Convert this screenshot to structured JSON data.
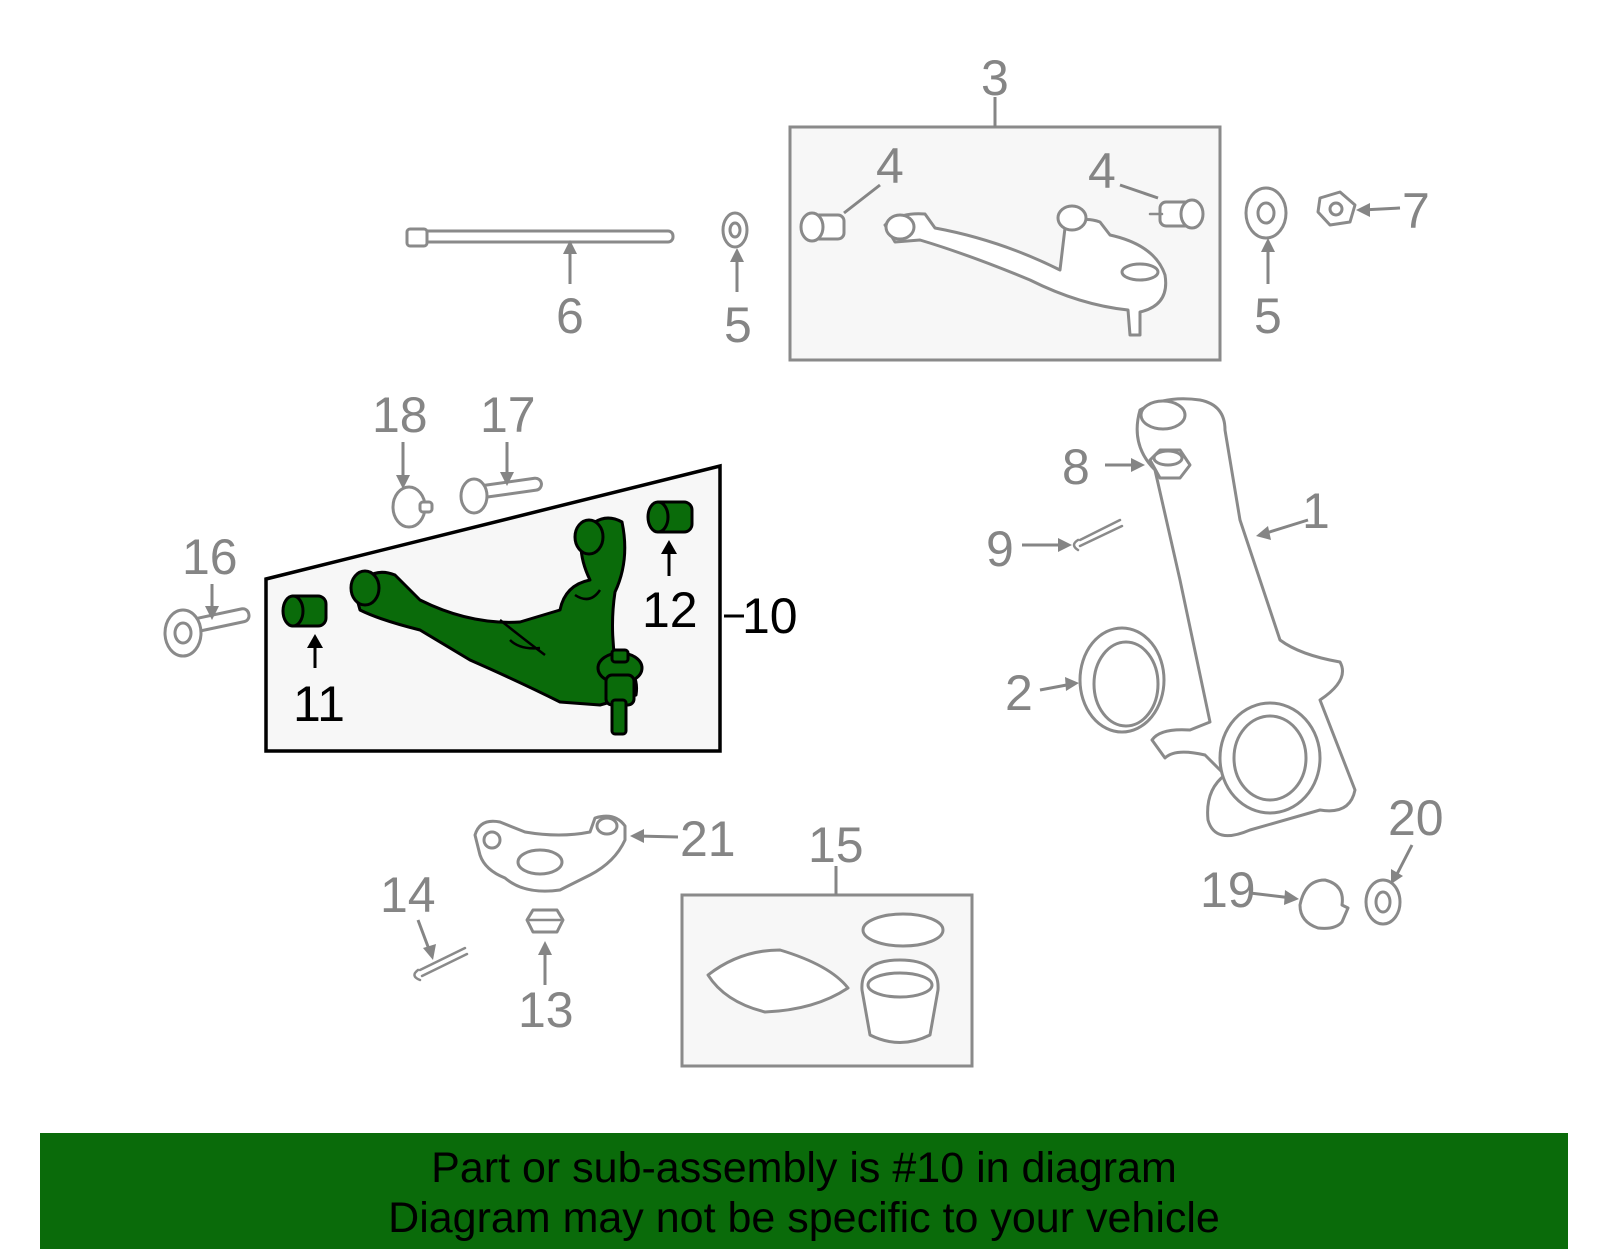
{
  "callouts": {
    "c1": "1",
    "c2": "2",
    "c3": "3",
    "c4a": "4",
    "c4b": "4",
    "c5a": "5",
    "c5b": "5",
    "c6": "6",
    "c7": "7",
    "c8": "8",
    "c9": "9",
    "c10": "10",
    "c11": "11",
    "c12": "12",
    "c13": "13",
    "c14": "14",
    "c15": "15",
    "c16": "16",
    "c17": "17",
    "c18": "18",
    "c19": "19",
    "c20": "20",
    "c21": "21"
  },
  "highlight": {
    "part_number": "10",
    "color": "#0a6b0a",
    "muted_color": "#858585"
  },
  "banner": {
    "line1": "Part or sub-assembly is #10 in diagram",
    "line2": "Diagram may not be specific to your vehicle",
    "background": "#0a6b0a"
  }
}
